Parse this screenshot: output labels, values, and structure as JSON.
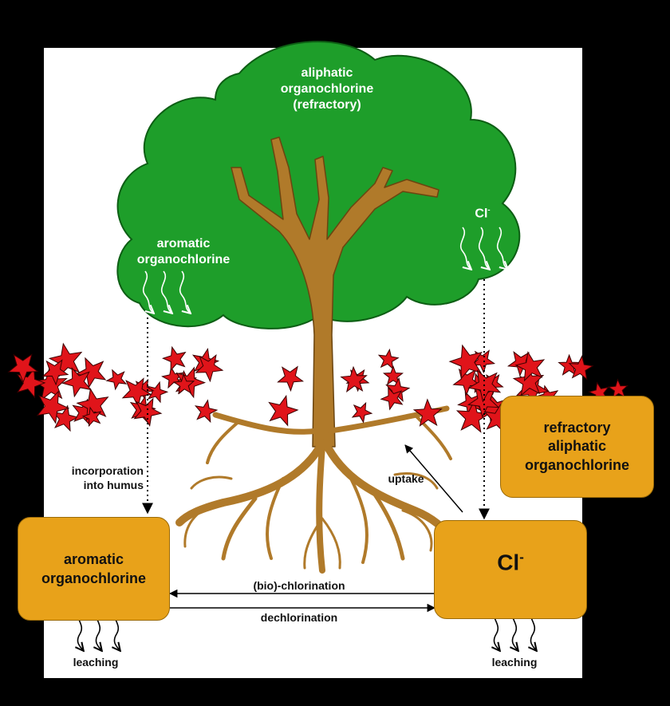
{
  "canopy": {
    "aliphatic_line1": "aliphatic",
    "aliphatic_line2": "organochlorine",
    "aliphatic_line3": "(refractory)",
    "aromatic_line1": "aromatic",
    "aromatic_line2": "organochlorine",
    "chloride_base": "Cl",
    "chloride_sup": "-"
  },
  "arrows": {
    "incorporation_line1": "incorporation",
    "incorporation_line2": "into humus",
    "uptake": "uptake",
    "chlorination": "(bio)-chlorination",
    "dechlorination": "dechlorination",
    "leaching_left": "leaching",
    "leaching_right": "leaching"
  },
  "boxes": {
    "refractory_line1": "refractory",
    "refractory_line2": "aliphatic",
    "refractory_line3": "organochlorine",
    "aromatic_line1": "aromatic",
    "aromatic_line2": "organochlorine",
    "chloride_base": "Cl",
    "chloride_sup": "-"
  },
  "colors": {
    "canopy": "#1e9e2a",
    "canopy_edge": "#0d5e14",
    "trunk": "#b07a2a",
    "trunk_edge": "#6b4510",
    "leaf": "#e0141a",
    "box_fill": "#e8a21a",
    "background": "#ffffff",
    "outer": "#000000"
  }
}
